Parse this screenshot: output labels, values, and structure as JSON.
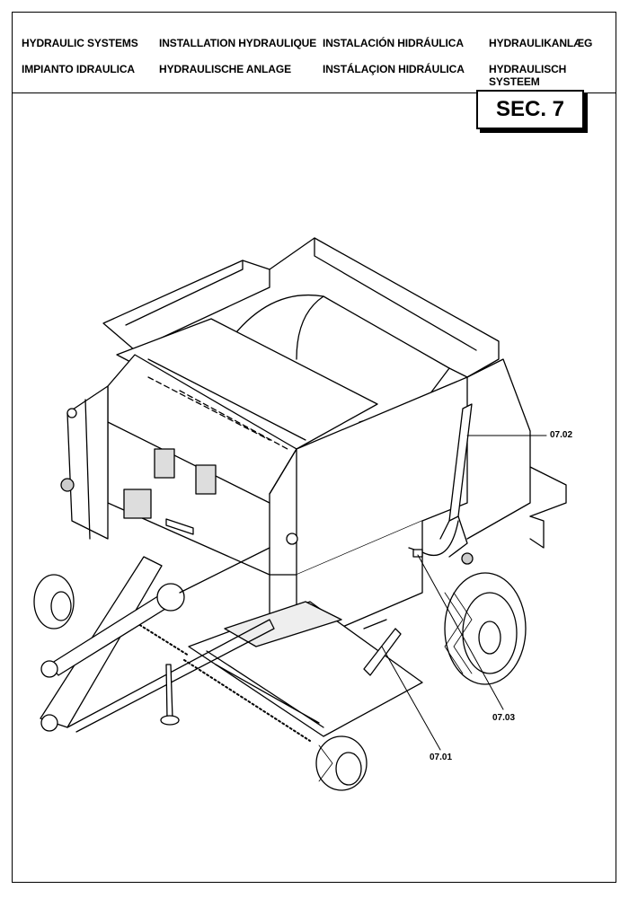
{
  "header": {
    "row1": [
      "HYDRAULIC SYSTEMS",
      "INSTALLATION HYDRAULIQUE",
      "INSTALACIÓN HIDRÁULICA",
      "HYDRAULIKANLÆG"
    ],
    "row2": [
      "IMPIANTO IDRAULICA",
      "HYDRAULISCHE ANLAGE",
      "INSTÁLAÇION HIDRÁULICA",
      "HYDRAULISCH SYSTEEM"
    ]
  },
  "section_label": "SEC. 7",
  "callouts": {
    "c0702": "07.02",
    "c0703": "07.03",
    "c0701": "07.01"
  }
}
